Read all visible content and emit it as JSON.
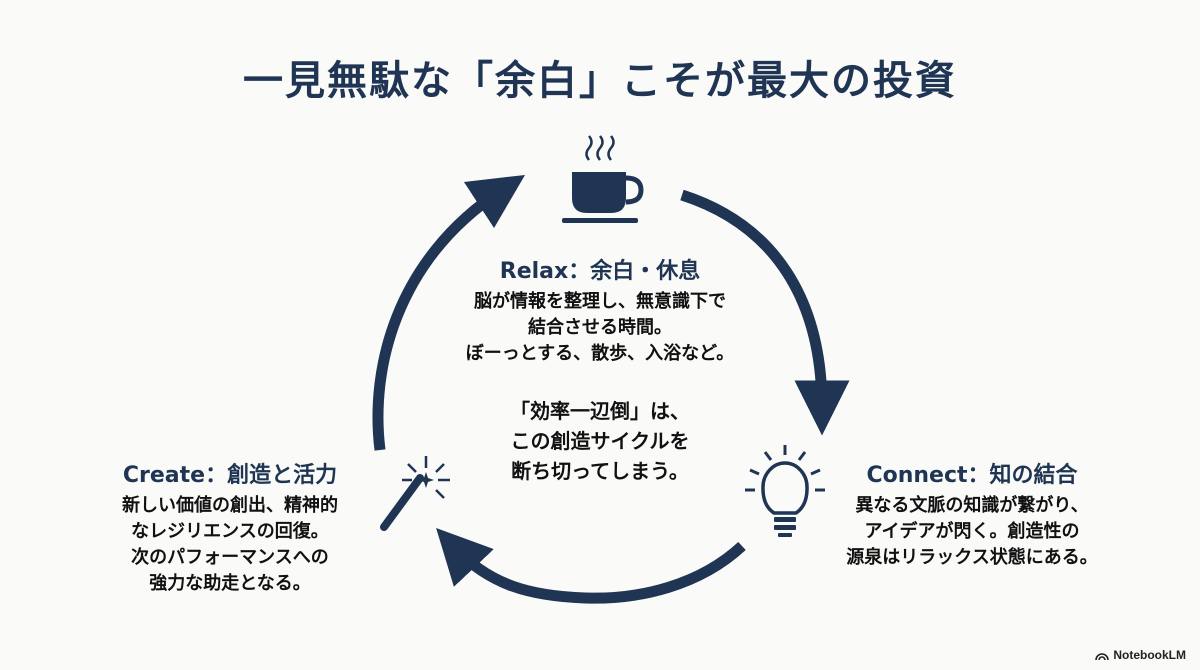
{
  "title": "一見無駄な「余白」こそが最大の投資",
  "relax": {
    "heading": "Relax：余白・休息",
    "lines": [
      "脳が情報を整理し、無意識下で",
      "結合させる時間。",
      "ぼーっとする、散歩、入浴など。"
    ],
    "icon": "coffee-cup-icon"
  },
  "center": {
    "lines": [
      "「効率一辺倒」は、",
      "この創造サイクルを",
      "断ち切ってしまう。"
    ]
  },
  "create": {
    "heading": "Create：創造と活力",
    "lines": [
      "新しい価値の創出、精神的",
      "なレジリエンスの回復。",
      "次のパフォーマンスへの",
      "強力な助走となる。"
    ],
    "icon": "magic-wand-icon"
  },
  "connect": {
    "heading": "Connect：知の結合",
    "lines": [
      "異なる文脈の知識が繋がり、",
      "アイデアが閃く。創造性の",
      "源泉はリラックス状態にある。"
    ],
    "icon": "lightbulb-icon"
  },
  "logo": "NotebookLM",
  "colors": {
    "navy": "#1f3553",
    "text": "#111111",
    "background": "#fafaf8"
  }
}
